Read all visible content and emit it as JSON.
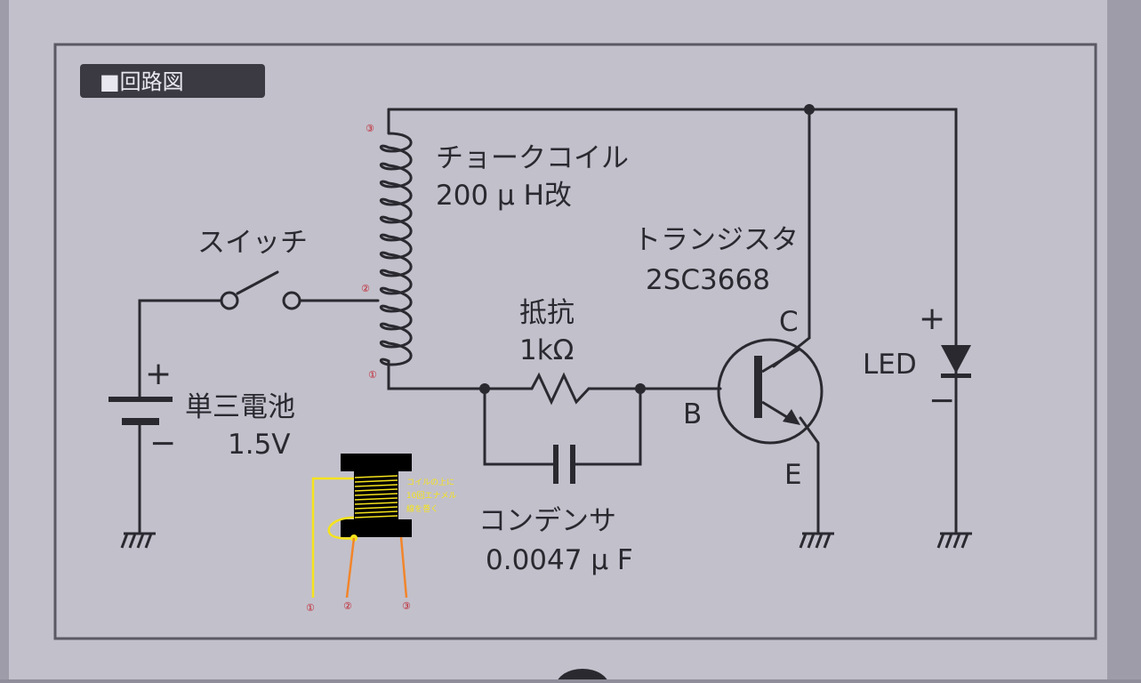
{
  "header": {
    "label": "■回路図"
  },
  "coil": {
    "name": "チョークコイル",
    "value": "200 μ H改"
  },
  "switch": {
    "label": "スイッチ"
  },
  "battery": {
    "name": "単三電池",
    "value": "1.5V",
    "plus": "+",
    "minus": "−"
  },
  "resistor": {
    "name": "抵抗",
    "value": "1kΩ"
  },
  "capacitor": {
    "name": "コンデンサ",
    "value": "0.0047 μ F"
  },
  "transistor": {
    "name": "トランジスタ",
    "part": "2SC3668",
    "pin_c": "C",
    "pin_b": "B",
    "pin_e": "E"
  },
  "led": {
    "label": "LED",
    "plus": "+",
    "minus": "−"
  },
  "taps": {
    "t1": "①",
    "t2": "②",
    "t3": "③"
  },
  "inset": {
    "note_line1": "コイルの上に",
    "note_line2": "10回エナメル",
    "note_line3": "線を巻く",
    "lead1": "①",
    "lead2": "②",
    "lead3": "③",
    "color_yellow": "#f5e31c",
    "color_orange": "#f2852a"
  },
  "colors": {
    "paper": "#c2c0cb",
    "ink": "#2a2930",
    "frame": "#5a5964",
    "tap_red": "#c0202a"
  }
}
